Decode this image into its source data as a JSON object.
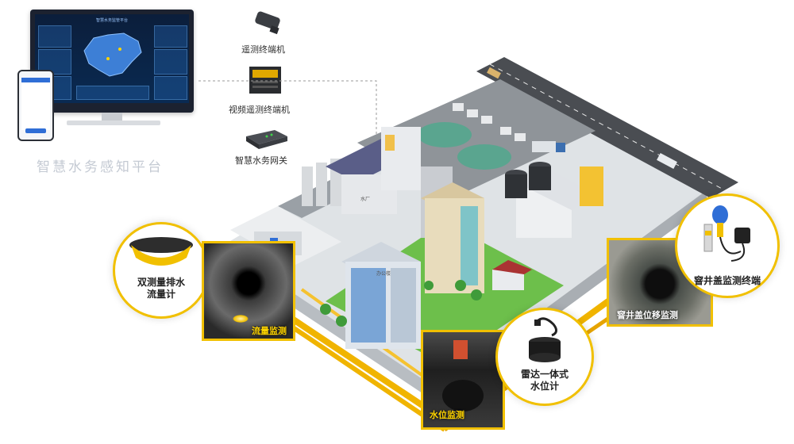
{
  "platform": {
    "title": "智慧水务感知平台",
    "screen_title": "智慧水务监管平台"
  },
  "devices": [
    {
      "label": "遥测终端机"
    },
    {
      "label": "视频遥测终端机"
    },
    {
      "label": "智慧水务网关"
    }
  ],
  "callouts": {
    "flow_meter": "双测量排水\n流量计",
    "flow_monitor": "流量监测",
    "level_meter": "雷达一体式\n水位计",
    "level_monitor": "水位监测",
    "manhole_terminal": "窨井盖监测终端",
    "manhole_monitor": "窨井盖位移监测"
  },
  "buildings": {
    "label_a": "水厂",
    "label_b": "办公楼"
  },
  "colors": {
    "accent": "#f1c000",
    "pipe": "#f0b400",
    "road": "#4a4d52",
    "grass": "#6dbf4b"
  }
}
